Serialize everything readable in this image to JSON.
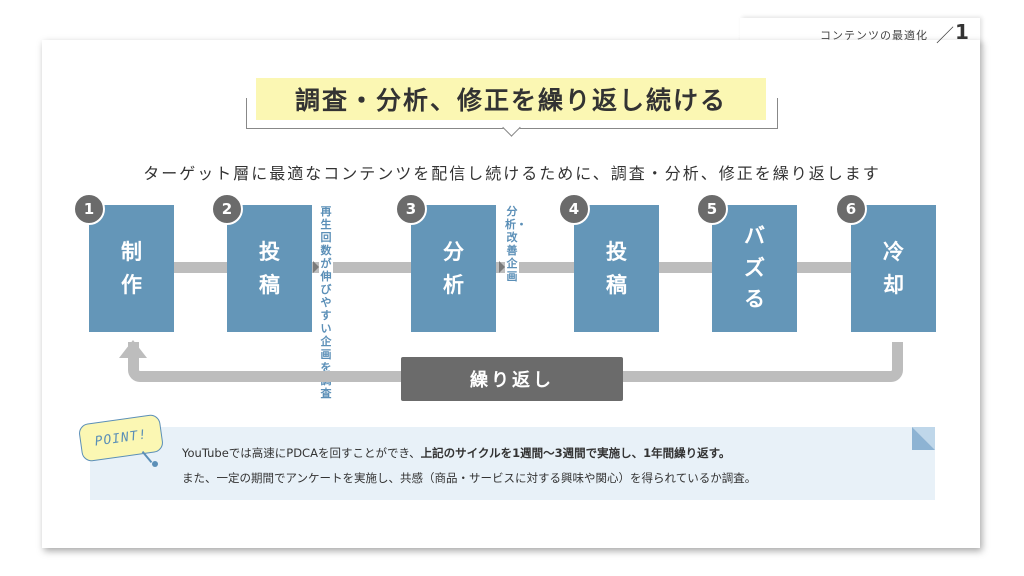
{
  "header": {
    "section_label": "コンテンツの最適化",
    "slash": "／",
    "page_number": "1"
  },
  "title": "調査・分析、修正を繰り返し続ける",
  "subtitle": "ターゲット層に最適なコンテンツを配信し続けるために、調査・分析、修正を繰り返します",
  "steps": [
    {
      "number": "1",
      "line1": "制",
      "line2": "作"
    },
    {
      "number": "2",
      "line1": "投",
      "line2": "稿"
    },
    {
      "number": "3",
      "line1": "分",
      "line2": "析"
    },
    {
      "number": "4",
      "line1": "投",
      "line2": "稿"
    },
    {
      "number": "5",
      "line1": "バ",
      "line2": "ズ",
      "line3": "る"
    },
    {
      "number": "6",
      "line1": "冷",
      "line2": "却"
    }
  ],
  "side_labels": {
    "a": "再生回数が伸びやすい企画を調査",
    "b": "分析・改善企画"
  },
  "repeat_label": "繰り返し",
  "point": {
    "badge": "POINT!",
    "line1_pre": "YouTubeでは高速にPDCAを回すことができ、",
    "line1_bold": "上記のサイクルを1週間〜3週間で実施し、1年間繰り返す。",
    "line2": "また、一定の期間でアンケートを実施し、共感（商品・サービスに対する興味や関心）を得られているか調査。"
  }
}
